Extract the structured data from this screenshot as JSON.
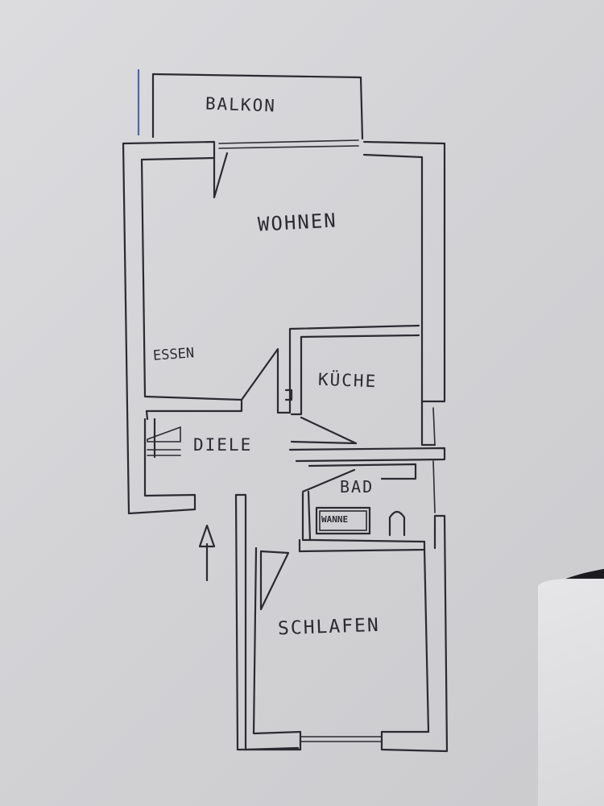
{
  "floorplan": {
    "rooms": {
      "balkon": "BALKON",
      "wohnen": "WOHNEN",
      "essen": "ESSEN",
      "kueche": "KÜCHE",
      "diele": "DIELE",
      "bad": "BAD",
      "wanne": "WANNE",
      "schlafen": "SCHLAFEN"
    },
    "ink_color": "#2a2a30",
    "paper_color": "#d6d6d9"
  }
}
